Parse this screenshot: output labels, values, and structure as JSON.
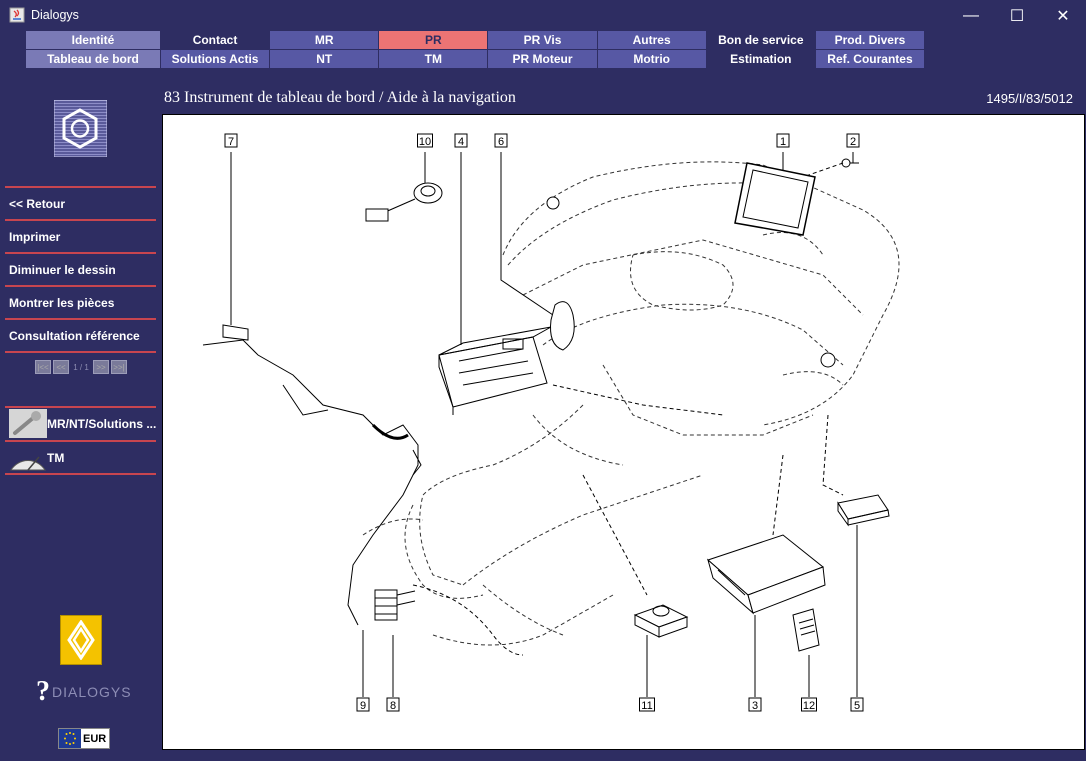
{
  "window": {
    "title": "Dialogys",
    "minimize": "—",
    "maximize": "☐",
    "close": "✕"
  },
  "tabs": {
    "row1": [
      {
        "label": "Identité",
        "style": "light"
      },
      {
        "label": "Contact",
        "style": "dark"
      },
      {
        "label": "MR",
        "style": "blue"
      },
      {
        "label": "PR",
        "style": "active"
      },
      {
        "label": "PR Vis",
        "style": "blue"
      },
      {
        "label": "Autres",
        "style": "blue"
      },
      {
        "label": "Bon de service",
        "style": "dark"
      },
      {
        "label": "Prod. Divers",
        "style": "blue"
      }
    ],
    "row2": [
      {
        "label": "Tableau de bord",
        "style": "light"
      },
      {
        "label": "Solutions Actis",
        "style": "blue"
      },
      {
        "label": "NT",
        "style": "blue"
      },
      {
        "label": "TM",
        "style": "blue"
      },
      {
        "label": "PR Moteur",
        "style": "blue"
      },
      {
        "label": "Motrio",
        "style": "blue"
      },
      {
        "label": "Estimation",
        "style": "dark"
      },
      {
        "label": "Ref. Courantes",
        "style": "blue"
      }
    ]
  },
  "header": {
    "title": "83 Instrument de tableau de bord / Aide à la navigation",
    "reference": "1495/I/83/5012"
  },
  "sidebar": {
    "menu": [
      "<< Retour",
      "Imprimer",
      "Diminuer le dessin",
      "Montrer les pièces",
      "Consultation référence"
    ],
    "pager": [
      "|<<",
      "<<",
      "1 / 1",
      ">>",
      ">>|"
    ],
    "categories": [
      "MR/NT/Solutions ...",
      "TM"
    ],
    "brand": "DIALOGYS",
    "region": "EUR"
  },
  "diagram": {
    "parts": [
      "1",
      "2",
      "3",
      "4",
      "5",
      "6",
      "7",
      "8",
      "9",
      "10",
      "11",
      "12"
    ]
  },
  "colors": {
    "background": "#2e2d62",
    "tab_active": "#ec7474",
    "separator": "#c8454f"
  }
}
